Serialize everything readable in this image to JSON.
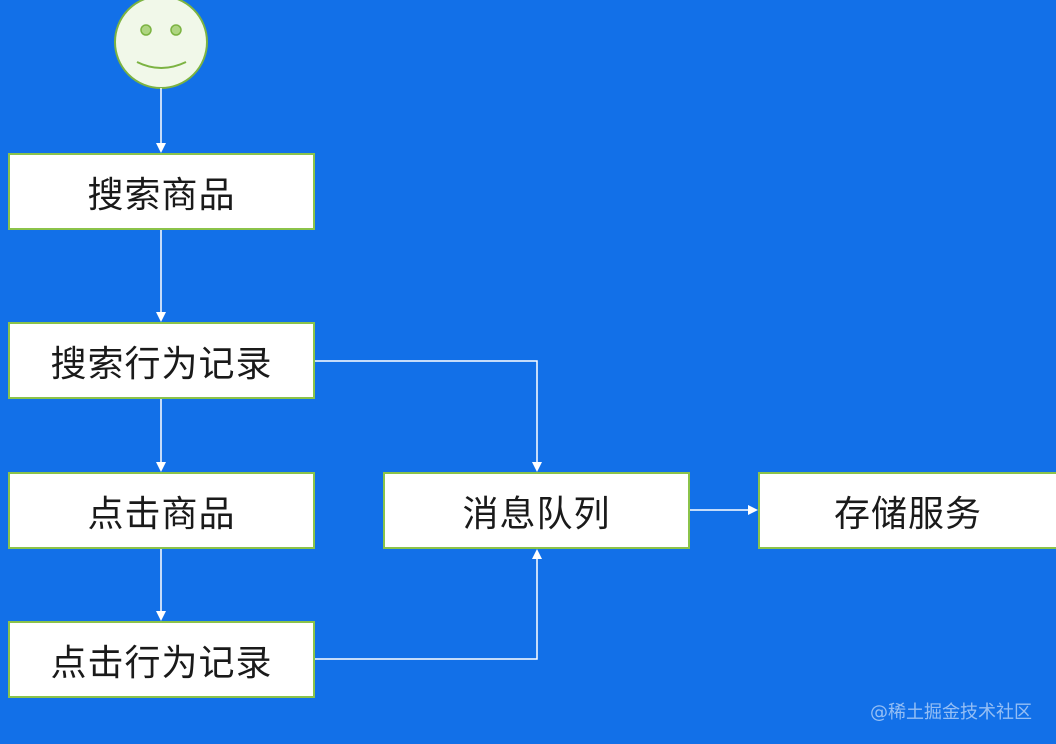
{
  "diagram": {
    "actor_icon": "smiley-face-icon",
    "nodes": {
      "search_product": "搜索商品",
      "search_behavior_log": "搜索行为记录",
      "click_product": "点击商品",
      "click_behavior_log": "点击行为记录",
      "message_queue": "消息队列",
      "storage_service": "存储服务"
    }
  },
  "watermark": "@稀土掘金技术社区",
  "colors": {
    "background": "#1270e8",
    "node_fill": "#ffffff",
    "node_border": "#8bc34a",
    "connector": "#ffffff",
    "face_fill": "#f1f8e9",
    "face_stroke": "#7cb342"
  }
}
